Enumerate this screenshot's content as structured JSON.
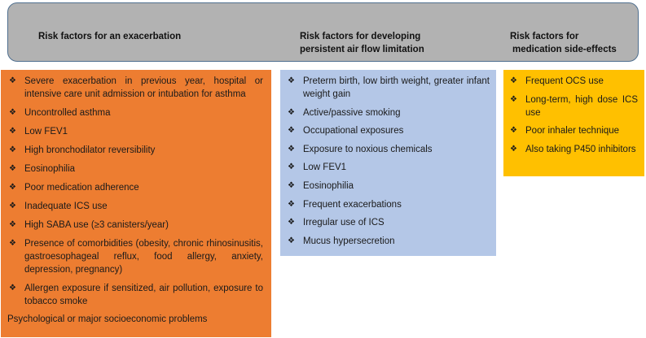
{
  "header": {
    "col1": [
      "Risk factors for an exacerbation"
    ],
    "col2": [
      "Risk factors for developing",
      "persistent air flow limitation"
    ],
    "col3": [
      "Risk factors for",
      "medication side-effects"
    ]
  },
  "bullet_glyph": "❖",
  "exacerbation": {
    "items": [
      "Severe exacerbation in previous year, hospital or intensive care unit admission or intubation for asthma",
      "Uncontrolled asthma",
      "Low FEV1",
      "High bronchodilator reversibility",
      "Eosinophilia",
      "Poor medication adherence",
      "Inadequate ICS use",
      "High SABA use (≥3 canisters/year)",
      "Presence of comorbidities (obesity, chronic rhinosinusitis, gastroesophageal reflux, food allergy, anxiety, depression, pregnancy)",
      "Allergen exposure if sensitized, air pollution, exposure to tobacco smoke"
    ],
    "tail": "Psychological or major socioeconomic problems"
  },
  "airflow": {
    "items": [
      "Preterm birth, low birth weight, greater infant weight gain",
      "Active/passive smoking",
      "Occupational exposures",
      "Exposure to noxious chemicals",
      "Low FEV1",
      "Eosinophilia",
      "Frequent exacerbations",
      "Irregular use of ICS",
      "Mucus hypersecretion"
    ]
  },
  "side_effects": {
    "items": [
      "Frequent OCS use",
      "Long-term, high dose ICS use",
      "Poor inhaler technique",
      "Also taking P450 inhibitors"
    ]
  },
  "colors": {
    "header_fill": "#b2b2b2",
    "exacerbation_fill": "#ed7d31",
    "airflow_fill": "#b4c7e7",
    "side_effects_fill": "#ffc000"
  }
}
